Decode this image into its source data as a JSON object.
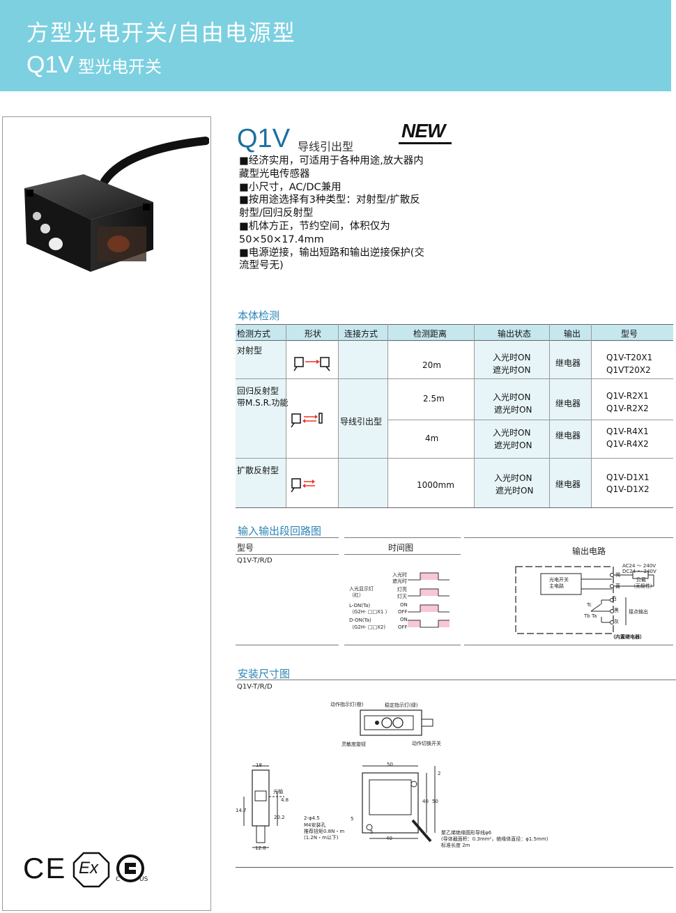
{
  "header": {
    "title": "方型光电开关/自由电源型",
    "subtitle_model": "Q1V",
    "subtitle_text": "型光电开关"
  },
  "product": {
    "model": "Q1V",
    "wiring": "导线引出型",
    "badge": "NEW",
    "features": [
      "■经济实用，可适用于各种用途,放大器内藏型光电传感器",
      "■小尺寸，AC/DC兼用",
      "■按用途选择有3种类型：对射型/扩散反射型/回归反射型",
      "■机体方正，节约空间，体积仅为50×50×17.4mm",
      "■电源逆接，输出短路和输出逆接保护(交流型号无)"
    ]
  },
  "detection": {
    "section_title": "本体检测",
    "headers": [
      "检测方式",
      "形状",
      "连接方式",
      "检测距离",
      "输出状态",
      "输出",
      "型号"
    ],
    "connection": "导线引出型",
    "rows": [
      {
        "method": "对射型",
        "distance": "20m",
        "state1": "入光时ON",
        "state2": "遮光时ON",
        "output": "继电器",
        "model1": "Q1V-T20X1",
        "model2": "Q1VT20X2"
      },
      {
        "method": "回归反射型",
        "method2": "带M.S.R.功能",
        "distance": "2.5m",
        "state1": "入光时ON",
        "state2": "遮光时ON",
        "output": "继电器",
        "model1": "Q1V-R2X1",
        "model2": "Q1V-R2X2"
      },
      {
        "distance": "4m",
        "state1": "入光时ON",
        "state2": "遮光时ON",
        "output": "继电器",
        "model1": "Q1V-R4X1",
        "model2": "Q1V-R4X2"
      },
      {
        "method": "扩散反射型",
        "distance": "1000mm",
        "state1": "入光时ON",
        "state2": "遮光时ON",
        "output": "继电器",
        "model1": "Q1V-D1X1",
        "model2": "Q1V-D1X2"
      }
    ]
  },
  "io": {
    "section_title": "输入输出段回路图",
    "col_model": "型号",
    "col_timing": "时间图",
    "col_output": "输出电路",
    "model": "Q1V-T/R/D",
    "timing": {
      "in1": "入光时",
      "in2": "遮光时",
      "led_label": "入光显示灯",
      "led_color": "（红）",
      "led_on": "灯亮",
      "led_off": "灯灭",
      "lon": "L-ON(Ta)",
      "lon_model": "（G2H-  □□X1 ）",
      "don": "D-ON(Ta)",
      "don_model": "（G2H-  □□X2)",
      "on": "ON",
      "off": "OFF"
    },
    "circuit": {
      "main": "光电开关",
      "main2": "主电路",
      "ac": "AC24 ～ 240V",
      "dc": "DC24 ～ 240V",
      "brown": "褐",
      "blue": "蓝",
      "white": "白",
      "black": "黑",
      "gray": "灰",
      "load": "负载",
      "nopol": "（无极性）",
      "tc": "Tc",
      "tbta": "Tb Ta",
      "contact": "接点输出",
      "relay": "（内置继电器）"
    }
  },
  "dims": {
    "section_title": "安装尺寸图",
    "model": "Q1V-T/R/D",
    "top_labels": {
      "action_led": "动作指示灯(橙)",
      "stable_led": "稳定指示灯(绿)",
      "sensitivity": "灵敏度旋钮",
      "mode_switch": "动作切换开关"
    },
    "side": {
      "w": "18",
      "axis": "光轴",
      "d1": "4.8",
      "h1": "14.7",
      "h2": "20.2",
      "b": "12.8"
    },
    "hole": [
      "2-φ4.5",
      "M4安装孔",
      "推荐扭矩0.8N・m",
      "(1.2N・m以下)"
    ],
    "front": {
      "w": "50",
      "t": "2",
      "h1": "40",
      "h2": "50",
      "s": "5",
      "bw": "40"
    },
    "cable": [
      "聚乙烯绝缘圆形导线φ6",
      "(导体截面积：0.3mm²，绝缘体直径：φ1.5mm)",
      "标准长度 2m"
    ]
  },
  "certs": {
    "ce": "CE",
    "ex": "Ex",
    "c": "C",
    "us": "US"
  }
}
